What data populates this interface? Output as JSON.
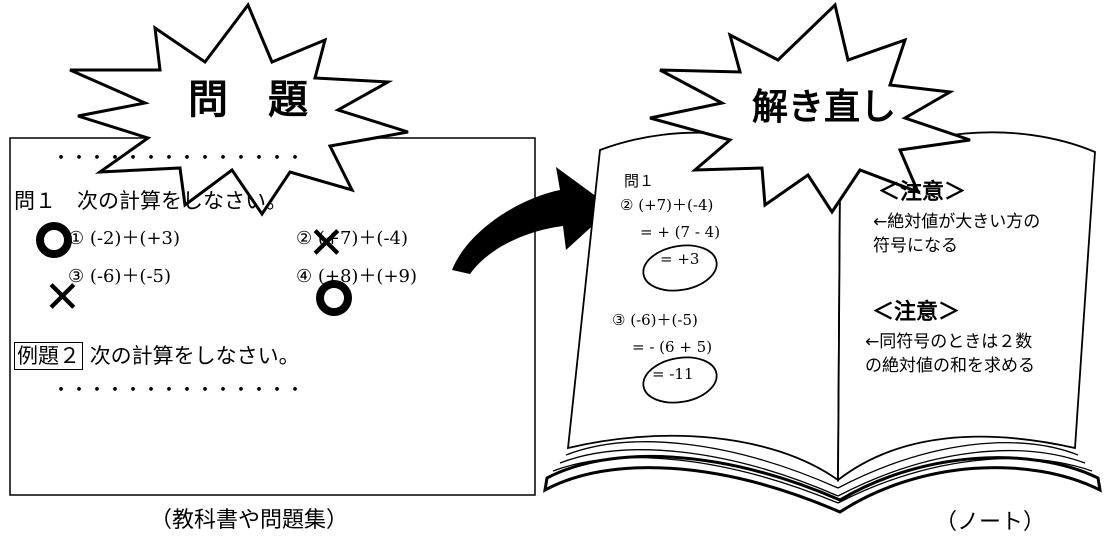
{
  "problem_card": {
    "burst_label": "問　題",
    "dots_top": "・・・・・・・・・・・・・・",
    "question_heading": "問１　次の計算をしなさい。",
    "items": [
      {
        "expr": "① (-2)＋(+3)",
        "mark": "correct"
      },
      {
        "expr": "② (+7)＋(-4)",
        "mark": "wrong"
      },
      {
        "expr": "③ (-6)＋(-5)",
        "mark": "wrong"
      },
      {
        "expr": "④ (+8)＋(+9)",
        "mark": "correct"
      }
    ],
    "example_label": "例題２",
    "example_text": "次の計算をしなさい。",
    "dots_bottom": "・・・・・・・・・・・・・・",
    "caption": "（教科書や問題集）"
  },
  "notebook": {
    "burst_label": "解き直し",
    "left_page": {
      "title": "問１",
      "q2_line1": "② (+7)＋(-4)",
      "q2_line2": "= + (7 - 4)",
      "q2_answer": "= +3",
      "q3_line1": "③ (-6)＋(-5)",
      "q3_line2": "= - (6 + 5)",
      "q3_answer": "= -11"
    },
    "right_page": {
      "note1_heading": "＜注意＞",
      "note1_text": "←絶対値が大きい方の符号になる",
      "note2_heading": "＜注意＞",
      "note2_text": "←同符号のときは２数の絶対値の和を求める"
    },
    "caption": "（ノート）"
  },
  "marks": {
    "correct": "O",
    "wrong": "✕"
  }
}
